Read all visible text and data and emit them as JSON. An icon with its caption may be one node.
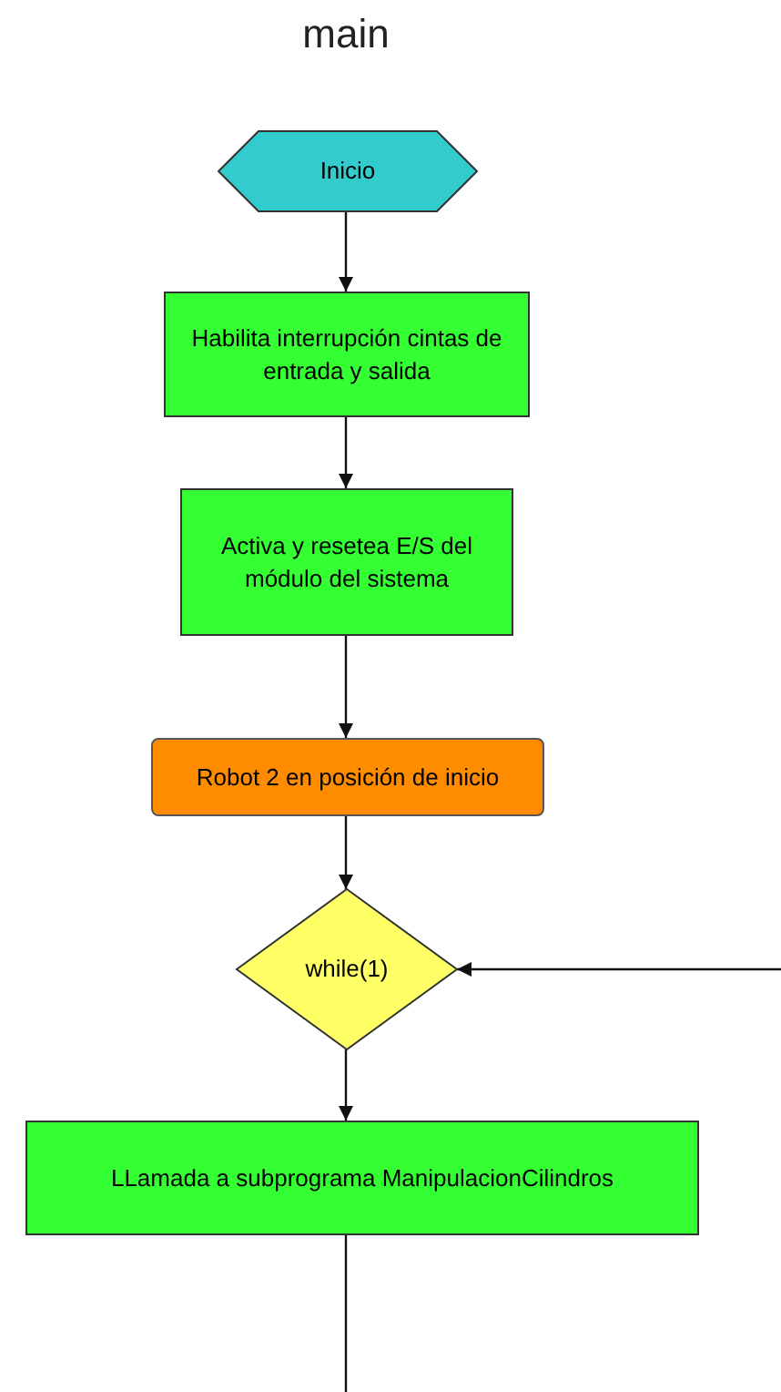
{
  "diagram": {
    "title": "main",
    "nodes": [
      {
        "text": [
          "Inicio"
        ]
      },
      {
        "text": [
          "Habilita interrupción cintas de entrada y salida"
        ]
      },
      {
        "text": [
          "Activa y resetea E/S del módulo del sistema"
        ]
      },
      {
        "text": [
          "Robot 2 en posición de inicio"
        ]
      },
      {
        "text": [
          "while(1)"
        ]
      },
      {
        "text": [
          "LLamada a subprograma ManipulacionCilindros"
        ]
      }
    ],
    "edges": [
      {
        "from": 0,
        "to": 1,
        "arrow": "to"
      },
      {
        "from": 1,
        "to": 2,
        "arrow": "to"
      },
      {
        "from": 2,
        "to": 3,
        "arrow": "to"
      },
      {
        "from": 3,
        "to": 4,
        "arrow": "to"
      },
      {
        "from": 4,
        "to": 5,
        "arrow": "to"
      },
      {
        "from": null,
        "to": 4,
        "arrow": "to"
      },
      {
        "from": 5,
        "to": null,
        "arrow": "none"
      }
    ]
  }
}
